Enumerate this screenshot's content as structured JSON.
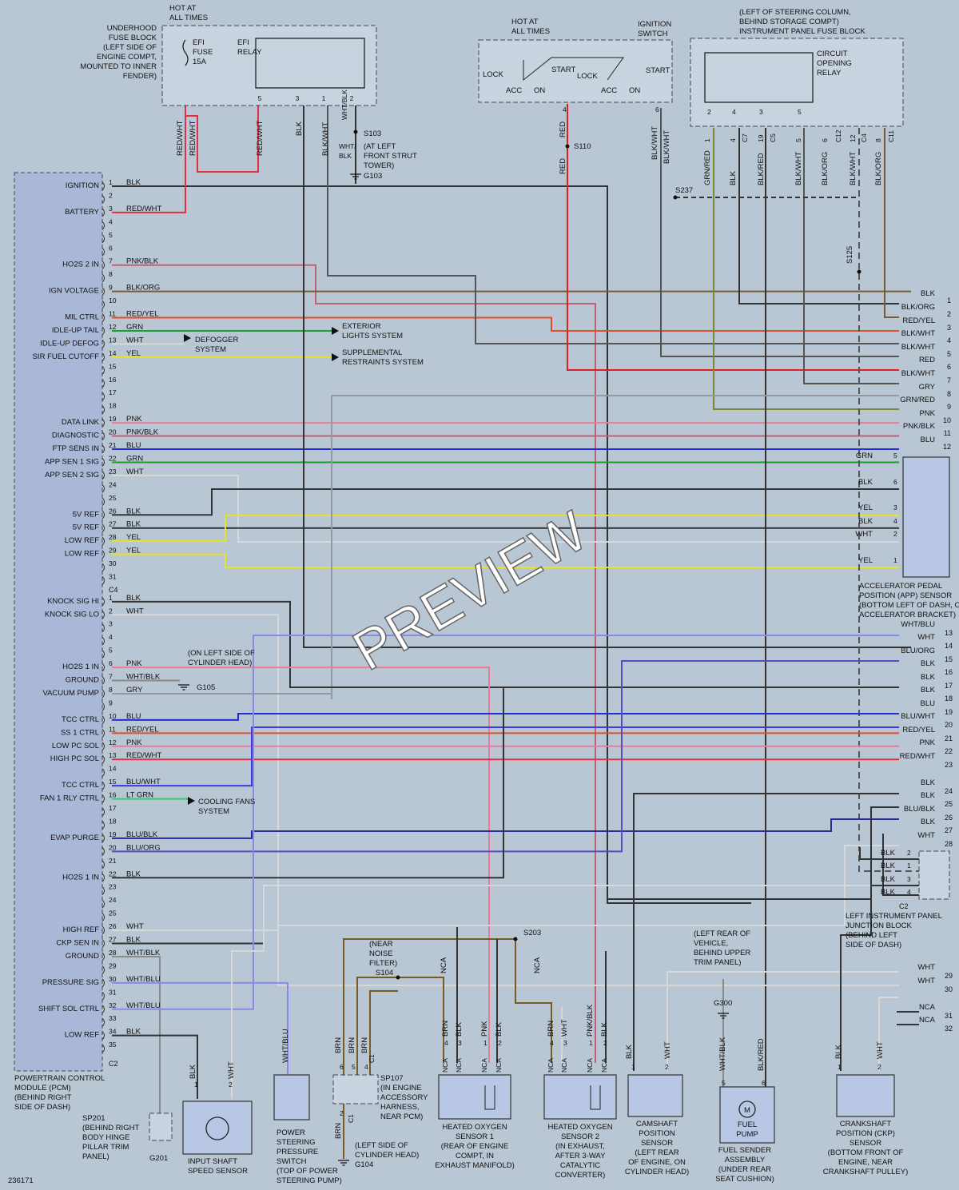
{
  "colors": {
    "BLK": "#333333",
    "RED": "#e02020",
    "RED/WHT": "#e23040",
    "PNK": "#ea7c9a",
    "PNK/BLK": "#c0607a",
    "BLK/ORG": "#7a5a30",
    "RED/YEL": "#e05028",
    "GRN": "#1aa02a",
    "WHT": "#d8d8d8",
    "YEL": "#e6e22a",
    "BLU": "#2030d0",
    "GRY": "#909aa5",
    "WHT/BLU": "#8a8ae6",
    "BLU/WHT": "#3a3ae0",
    "BLU/ORG": "#5a4ac0",
    "BLU/BLK": "#2a2a9a",
    "LT GRN": "#2ed070",
    "BLK/WHT": "#555555",
    "GRN/RED": "#7a8a2a",
    "BRN": "#7a5a20",
    "WHT/BLK": "#8a8a8a"
  },
  "watermark": "PREVIEW",
  "doc_id": "236171",
  "pcm": {
    "name_lines": [
      "POWERTRAIN CONTROL",
      "MODULE (PCM)",
      "(BEHIND RIGHT",
      "SIDE OF DASH)"
    ],
    "c1_pins": [
      {
        "n": "1",
        "label": "IGNITION",
        "wire": "BLK"
      },
      {
        "n": "2",
        "label": "",
        "wire": ""
      },
      {
        "n": "3",
        "label": "BATTERY",
        "wire": "RED/WHT"
      },
      {
        "n": "4",
        "label": "",
        "wire": ""
      },
      {
        "n": "5",
        "label": "",
        "wire": ""
      },
      {
        "n": "6",
        "label": "",
        "wire": ""
      },
      {
        "n": "7",
        "label": "HO2S 2 IN",
        "wire": "PNK/BLK"
      },
      {
        "n": "8",
        "label": "",
        "wire": ""
      },
      {
        "n": "9",
        "label": "IGN VOLTAGE",
        "wire": "BLK/ORG"
      },
      {
        "n": "10",
        "label": "",
        "wire": ""
      },
      {
        "n": "11",
        "label": "MIL CTRL",
        "wire": "RED/YEL"
      },
      {
        "n": "12",
        "label": "IDLE-UP TAIL",
        "wire": "GRN"
      },
      {
        "n": "13",
        "label": "IDLE-UP DEFOG",
        "wire": "WHT"
      },
      {
        "n": "14",
        "label": "SIR FUEL CUTOFF",
        "wire": "YEL"
      },
      {
        "n": "15",
        "label": "",
        "wire": ""
      },
      {
        "n": "16",
        "label": "",
        "wire": ""
      },
      {
        "n": "17",
        "label": "",
        "wire": ""
      },
      {
        "n": "18",
        "label": "",
        "wire": ""
      },
      {
        "n": "19",
        "label": "DATA LINK",
        "wire": "PNK"
      },
      {
        "n": "20",
        "label": "DIAGNOSTIC",
        "wire": "PNK/BLK"
      },
      {
        "n": "21",
        "label": "FTP SENS IN",
        "wire": "BLU"
      },
      {
        "n": "22",
        "label": "APP SEN 1 SIG",
        "wire": "GRN"
      },
      {
        "n": "23",
        "label": "APP SEN 2 SIG",
        "wire": "WHT"
      },
      {
        "n": "24",
        "label": "",
        "wire": ""
      },
      {
        "n": "25",
        "label": "",
        "wire": ""
      },
      {
        "n": "26",
        "label": "5V REF",
        "wire": "BLK"
      },
      {
        "n": "27",
        "label": "5V REF",
        "wire": "BLK"
      },
      {
        "n": "28",
        "label": "LOW REF",
        "wire": "YEL"
      },
      {
        "n": "29",
        "label": "LOW REF",
        "wire": "YEL"
      },
      {
        "n": "30",
        "label": "",
        "wire": ""
      },
      {
        "n": "31",
        "label": "",
        "wire": ""
      }
    ],
    "c4_label": "C4",
    "c4_pins": [
      {
        "n": "1",
        "label": "KNOCK SIG HI",
        "wire": "BLK"
      },
      {
        "n": "2",
        "label": "KNOCK SIG LO",
        "wire": "WHT"
      },
      {
        "n": "3",
        "label": "",
        "wire": ""
      },
      {
        "n": "4",
        "label": "",
        "wire": ""
      },
      {
        "n": "5",
        "label": "",
        "wire": ""
      },
      {
        "n": "6",
        "label": "HO2S 1 IN",
        "wire": "PNK"
      },
      {
        "n": "7",
        "label": "GROUND",
        "wire": "WHT/BLK"
      },
      {
        "n": "8",
        "label": "VACUUM PUMP",
        "wire": "GRY"
      },
      {
        "n": "9",
        "label": "",
        "wire": ""
      },
      {
        "n": "10",
        "label": "TCC CTRL",
        "wire": "BLU"
      },
      {
        "n": "11",
        "label": "SS 1 CTRL",
        "wire": "RED/YEL"
      },
      {
        "n": "12",
        "label": "LOW PC SOL",
        "wire": "PNK"
      },
      {
        "n": "13",
        "label": "HIGH PC SOL",
        "wire": "RED/WHT"
      },
      {
        "n": "14",
        "label": "",
        "wire": ""
      },
      {
        "n": "15",
        "label": "TCC CTRL",
        "wire": "BLU/WHT"
      },
      {
        "n": "16",
        "label": "FAN 1 RLY CTRL",
        "wire": "LT GRN"
      },
      {
        "n": "17",
        "label": "",
        "wire": ""
      },
      {
        "n": "18",
        "label": "",
        "wire": ""
      },
      {
        "n": "19",
        "label": "EVAP PURGE",
        "wire": "BLU/BLK"
      },
      {
        "n": "20",
        "label": "",
        "wire": "BLU/ORG"
      },
      {
        "n": "21",
        "label": "",
        "wire": ""
      },
      {
        "n": "22",
        "label": "HO2S 1 IN",
        "wire": "BLK"
      },
      {
        "n": "23",
        "label": "",
        "wire": ""
      },
      {
        "n": "24",
        "label": "",
        "wire": ""
      },
      {
        "n": "25",
        "label": "",
        "wire": ""
      },
      {
        "n": "26",
        "label": "HIGH REF",
        "wire": "WHT"
      },
      {
        "n": "27",
        "label": "CKP SEN IN",
        "wire": "BLK"
      },
      {
        "n": "28",
        "label": "GROUND",
        "wire": "WHT/BLK"
      },
      {
        "n": "29",
        "label": "",
        "wire": ""
      },
      {
        "n": "30",
        "label": "PRESSURE SIG",
        "wire": "WHT/BLU"
      },
      {
        "n": "31",
        "label": "",
        "wire": ""
      },
      {
        "n": "32",
        "label": "SHIFT SOL CTRL",
        "wire": "WHT/BLU"
      },
      {
        "n": "33",
        "label": "",
        "wire": ""
      },
      {
        "n": "34",
        "label": "LOW REF",
        "wire": "BLK"
      },
      {
        "n": "35",
        "label": "",
        "wire": ""
      }
    ],
    "c2_label": "C2"
  },
  "right_pins_top": [
    {
      "n": "1",
      "wire": "BLK"
    },
    {
      "n": "2",
      "wire": "BLK/ORG"
    },
    {
      "n": "3",
      "wire": "RED/YEL"
    },
    {
      "n": "4",
      "wire": "BLK/WHT"
    },
    {
      "n": "5",
      "wire": "BLK/WHT"
    },
    {
      "n": "6",
      "wire": "RED"
    },
    {
      "n": "7",
      "wire": "BLK/WHT"
    },
    {
      "n": "8",
      "wire": "GRY"
    },
    {
      "n": "9",
      "wire": "GRN/RED"
    },
    {
      "n": "10",
      "wire": "PNK"
    },
    {
      "n": "11",
      "wire": "PNK/BLK"
    },
    {
      "n": "12",
      "wire": "BLU"
    }
  ],
  "right_pins_mid": [
    {
      "n": "13",
      "wire": "WHT/BLU"
    },
    {
      "n": "14",
      "wire": "WHT"
    },
    {
      "n": "15",
      "wire": "BLU/ORG"
    },
    {
      "n": "16",
      "wire": "BLK"
    },
    {
      "n": "17",
      "wire": "BLK"
    },
    {
      "n": "18",
      "wire": "BLK"
    },
    {
      "n": "19",
      "wire": "BLU"
    },
    {
      "n": "20",
      "wire": "BLU/WHT"
    },
    {
      "n": "21",
      "wire": "RED/YEL"
    },
    {
      "n": "22",
      "wire": "PNK"
    },
    {
      "n": "23",
      "wire": "RED/WHT"
    },
    {
      "n": "24",
      "wire": "BLK"
    },
    {
      "n": "25",
      "wire": "BLK"
    },
    {
      "n": "26",
      "wire": "BLU/BLK"
    },
    {
      "n": "27",
      "wire": "BLK"
    },
    {
      "n": "28",
      "wire": "WHT"
    }
  ],
  "right_pins_bottom": [
    {
      "n": "29",
      "wire": "WHT"
    },
    {
      "n": "30",
      "wire": "WHT"
    },
    {
      "n": "31",
      "wire": "NCA"
    },
    {
      "n": "32",
      "wire": "NCA"
    }
  ],
  "app_sensor": {
    "pins": [
      {
        "n": "5",
        "wire": "GRN"
      },
      {
        "n": "6",
        "wire": "BLK"
      },
      {
        "n": "3",
        "wire": "YEL"
      },
      {
        "n": "4",
        "wire": "BLK"
      },
      {
        "n": "2",
        "wire": "WHT"
      },
      {
        "n": "1",
        "wire": "YEL"
      }
    ],
    "label_lines": [
      "ACCELERATOR PEDAL",
      "POSITION (APP) SENSOR",
      "(BOTTOM LEFT OF DASH, ON",
      "ACCELERATOR BRACKET)"
    ]
  },
  "junction_block": {
    "pins": [
      {
        "n": "2",
        "wire": "BLK"
      },
      {
        "n": "1",
        "wire": "BLK"
      },
      {
        "n": "3",
        "wire": "BLK"
      },
      {
        "n": "4",
        "wire": "BLK"
      }
    ],
    "conn": "C2",
    "label_lines": [
      "LEFT INSTRUMENT PANEL",
      "JUNCTION BLOCK",
      "(BEHIND LEFT",
      "SIDE OF DASH)"
    ]
  },
  "underhood": {
    "hot_lines": [
      "HOT AT",
      "ALL TIMES"
    ],
    "label_lines": [
      "UNDERHOOD",
      "FUSE BLOCK",
      "(LEFT SIDE OF",
      "ENGINE COMPT,",
      "MOUNTED TO INNER",
      "FENDER)"
    ],
    "fuse_lines": [
      "EFI",
      "FUSE",
      "15A"
    ],
    "relay_lines": [
      "EFI",
      "RELAY"
    ],
    "pins": [
      "5",
      "3",
      "1",
      "2"
    ],
    "wires": [
      "RED/WHT",
      "RED/WHT",
      "RED/WHT",
      "BLK",
      "BLK/WHT",
      "WHT/BLK",
      "WHT/BLK"
    ],
    "wht_blk_lines": [
      "WHT/",
      "BLK"
    ],
    "s103": "S103",
    "s103_loc_lines": [
      "(AT LEFT",
      "FRONT STRUT",
      "TOWER)"
    ],
    "g103": "G103"
  },
  "ignition": {
    "hot_lines": [
      "HOT AT",
      "ALL TIMES"
    ],
    "switch_lines": [
      "IGNITION",
      "SWITCH"
    ],
    "positions": [
      "LOCK",
      "ACC",
      "ON",
      "START",
      "LOCK",
      "ACC",
      "ON",
      "START"
    ],
    "pins": [
      "4",
      "6"
    ],
    "wires": [
      "RED",
      "RED",
      "BLK/WHT",
      "BLK/WHT"
    ],
    "s110": "S110"
  },
  "ip_fuse": {
    "label_lines": [
      "(LEFT OF STEERING COLUMN,",
      "BEHIND STORAGE COMPT)",
      "INSTRUMENT PANEL FUSE BLOCK"
    ],
    "relay_lines": [
      "CIRCUIT",
      "OPENING",
      "RELAY"
    ],
    "top_pins": [
      "2",
      "4",
      "3",
      "5"
    ],
    "bottom": [
      {
        "n": "1",
        "wire": "GRN/RED"
      },
      {
        "n": "4",
        "wire": "BLK"
      },
      {
        "n": "C7",
        "wire": ""
      },
      {
        "n": "19",
        "wire": "BLK/RED"
      },
      {
        "n": "C5",
        "wire": ""
      },
      {
        "n": "5",
        "wire": "BLK/WHT"
      },
      {
        "n": "6",
        "wire": "BLK/ORG"
      },
      {
        "n": "C12",
        "wire": ""
      },
      {
        "n": "12",
        "wire": "BLK/WHT"
      },
      {
        "n": "C4",
        "wire": ""
      },
      {
        "n": "8",
        "wire": "BLK/ORG"
      },
      {
        "n": "C11",
        "wire": ""
      }
    ],
    "s237": "S237",
    "s125": "S125"
  },
  "arrows": [
    {
      "text_lines": [
        "EXTERIOR",
        "LIGHTS SYSTEM"
      ]
    },
    {
      "text_lines": [
        "DEFOGGER",
        "SYSTEM"
      ]
    },
    {
      "text_lines": [
        "SUPPLEMENTAL",
        "RESTRAINTS SYSTEM"
      ]
    },
    {
      "text_lines": [
        "COOLING FANS",
        "SYSTEM"
      ]
    }
  ],
  "g105_note_lines": [
    "(ON LEFT SIDE OF",
    "CYLINDER HEAD)"
  ],
  "g105": "G105",
  "splices": {
    "s203": "S203",
    "s104": "S104",
    "s104_note_lines": [
      "(NEAR",
      "NOISE",
      "FILTER)"
    ]
  },
  "components": {
    "sp201": {
      "lines": [
        "SP201",
        "(BEHIND RIGHT",
        "BODY HINGE",
        "PILLAR TRIM",
        "PANEL)"
      ],
      "ground": "G201"
    },
    "iss": {
      "lines": [
        "INPUT SHAFT",
        "SPEED SENSOR"
      ],
      "pins": [
        "1",
        "2"
      ],
      "wires": [
        "BLK",
        "WHT"
      ]
    },
    "ps_switch": {
      "lines": [
        "POWER",
        "STEERING",
        "PRESSURE",
        "SWITCH",
        "(TOP OF POWER",
        "STEERING PUMP)"
      ],
      "wire": "WHT/BLU"
    },
    "sp107": {
      "lines": [
        "SP107",
        "(IN ENGINE",
        "ACCESSORY",
        "HARNESS,",
        "NEAR PCM)"
      ],
      "pins_top": [
        "6",
        "5",
        "4"
      ],
      "conn_top": "C1",
      "pin_bottom": "2",
      "conn_bottom": "C1",
      "wires": [
        "BRN",
        "BRN",
        "BRN",
        "BRN"
      ],
      "g104_lines": [
        "(LEFT SIDE OF",
        "CYLINDER HEAD)",
        "G104"
      ]
    },
    "ho2s1": {
      "lines": [
        "HEATED OXYGEN",
        "SENSOR 1",
        "(REAR OF ENGINE",
        "COMPT, IN",
        "EXHAUST MANIFOLD)"
      ],
      "pins": [
        "4",
        "3",
        "1",
        "2"
      ],
      "wires": [
        "BRN",
        "BLK",
        "PNK",
        "BLK"
      ],
      "nca": [
        "NCA",
        "NCA",
        "NCA",
        "NCA"
      ]
    },
    "ho2s2": {
      "lines": [
        "HEATED OXYGEN",
        "SENSOR 2",
        "(IN EXHAUST,",
        "AFTER 3-WAY",
        "CATALYTIC",
        "CONVERTER)"
      ],
      "pins": [
        "4",
        "3",
        "1",
        "2"
      ],
      "wires": [
        "BRN",
        "WHT",
        "PNK/BLK",
        "BLK"
      ],
      "nca": [
        "NCA",
        "NCA",
        "NCA",
        "NCA"
      ]
    },
    "cmp": {
      "lines": [
        "CAMSHAFT",
        "POSITION",
        "SENSOR",
        "(LEFT REAR",
        "OF ENGINE, ON",
        "CYLINDER HEAD)"
      ],
      "pins": [
        "1",
        "2"
      ],
      "wires": [
        "BLK",
        "WHT"
      ]
    },
    "fuel": {
      "lines": [
        "FUEL SENDER",
        "ASSEMBLY",
        "(UNDER REAR",
        "SEAT CUSHION)"
      ],
      "pump_lines": [
        "FUEL",
        "PUMP"
      ],
      "motor": "M",
      "pins": [
        "5",
        "6"
      ],
      "wires": [
        "WHT/BLK",
        "BLK/RED"
      ],
      "g300": "G300",
      "g300_note_lines": [
        "(LEFT REAR OF",
        "VEHICLE,",
        "BEHIND UPPER",
        "TRIM PANEL)"
      ]
    },
    "ckp": {
      "lines": [
        "CRANKSHAFT",
        "POSITION (CKP)",
        "SENSOR",
        "(BOTTOM FRONT OF",
        "ENGINE, NEAR",
        "CRANKSHAFT PULLEY)"
      ],
      "pins": [
        "1",
        "2"
      ],
      "wires": [
        "BLK",
        "WHT"
      ]
    }
  },
  "nca": "NCA"
}
